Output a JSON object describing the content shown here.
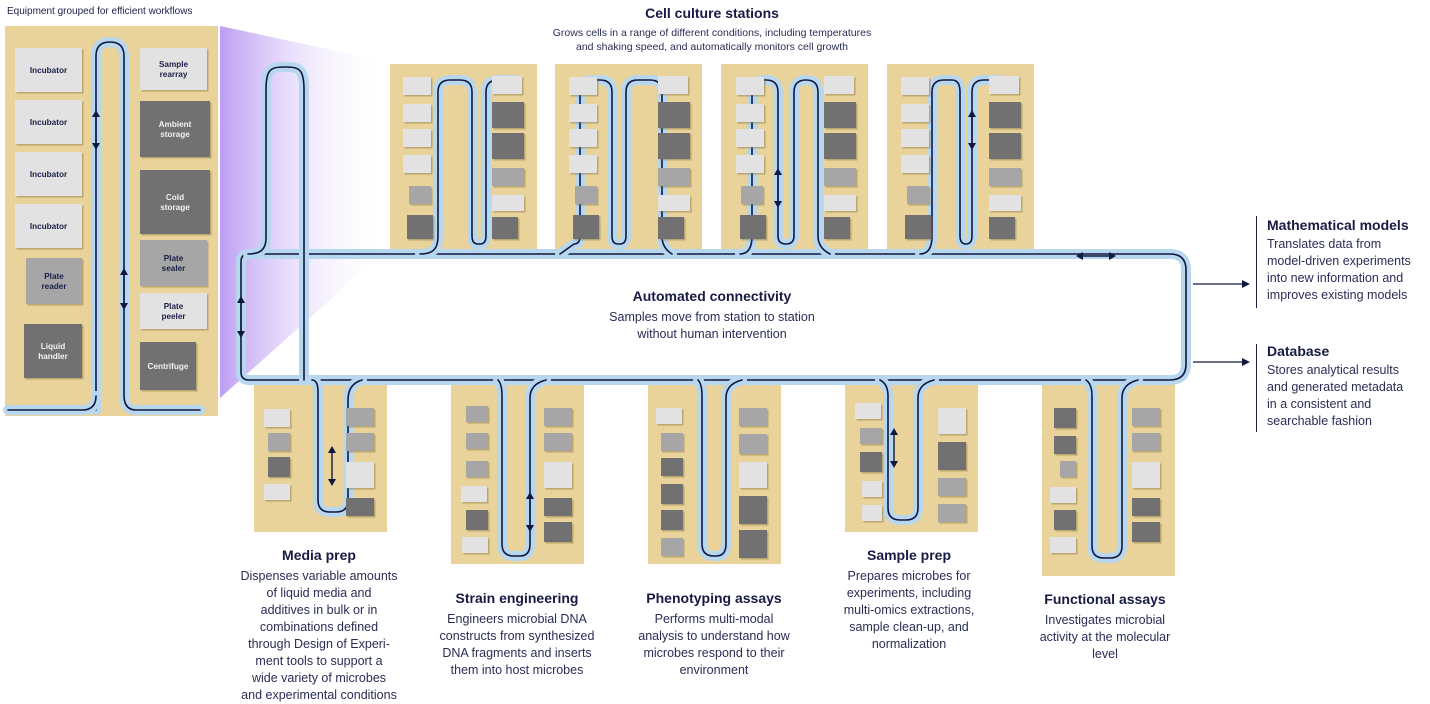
{
  "caption": "Equipment grouped for efficient workflows",
  "detail_boxes": [
    {
      "label": [
        "Incubator"
      ],
      "shade": "light"
    },
    {
      "label": [
        "Incubator"
      ],
      "shade": "light"
    },
    {
      "label": [
        "Incubator"
      ],
      "shade": "light"
    },
    {
      "label": [
        "Incubator"
      ],
      "shade": "light"
    },
    {
      "label": [
        "Plate",
        "reader"
      ],
      "shade": "medium"
    },
    {
      "label": [
        "Liquid",
        "handler"
      ],
      "shade": "dark"
    },
    {
      "label": [
        "Sample",
        "rearray"
      ],
      "shade": "light"
    },
    {
      "label": [
        "Ambient",
        "storage"
      ],
      "shade": "dark"
    },
    {
      "label": [
        "Cold",
        "storage"
      ],
      "shade": "dark"
    },
    {
      "label": [
        "Plate",
        "sealer"
      ],
      "shade": "medium"
    },
    {
      "label": [
        "Plate",
        "peeler"
      ],
      "shade": "light"
    },
    {
      "label": [
        "Centrifuge"
      ],
      "shade": "dark"
    }
  ],
  "cell_culture": {
    "title": "Cell culture stations",
    "desc": "Grows cells in a range of different conditions, including temperatures\nand shaking speed, and automatically monitors cell growth"
  },
  "connectivity": {
    "title": "Automated connectivity",
    "desc": "Samples move from station to station\nwithout human intervention"
  },
  "bottom_stations": [
    {
      "title": "Media prep",
      "desc": "Dispenses variable amounts\nof liquid media and\nadditives in bulk or in\ncombinations defined\nthrough Design of Experi-\nment tools to support a\nwide variety of microbes\nand experimental conditions"
    },
    {
      "title": "Strain engineering",
      "desc": "Engineers microbial DNA\nconstructs from synthesized\nDNA fragments and inserts\nthem into host microbes"
    },
    {
      "title": "Phenotyping assays",
      "desc": "Performs multi-modal\nanalysis to understand how\nmicrobes respond to their\nenvironment"
    },
    {
      "title": "Sample prep",
      "desc": "Prepares microbes for\nexperiments, including\nmulti-omics extractions,\nsample clean-up, and\nnormalization"
    },
    {
      "title": "Functional assays",
      "desc": "Investigates microbial\nactivity at the molecular\nlevel"
    }
  ],
  "outputs": [
    {
      "title": "Mathematical models",
      "desc": "Translates data from\nmodel-driven experiments\ninto new information and\nimproves existing models"
    },
    {
      "title": "Database",
      "desc": "Stores analytical results\nand generated metadata\nin a consistent and\nsearchable fashion"
    }
  ],
  "colors": {
    "panel": "#ead39a",
    "track_outer": "#b7d7ef",
    "track_inner": "#12173f",
    "box_light": "#e2e2e2",
    "box_medium": "#a6a6a6",
    "box_dark": "#717171",
    "fan": "#c8b0f4"
  }
}
